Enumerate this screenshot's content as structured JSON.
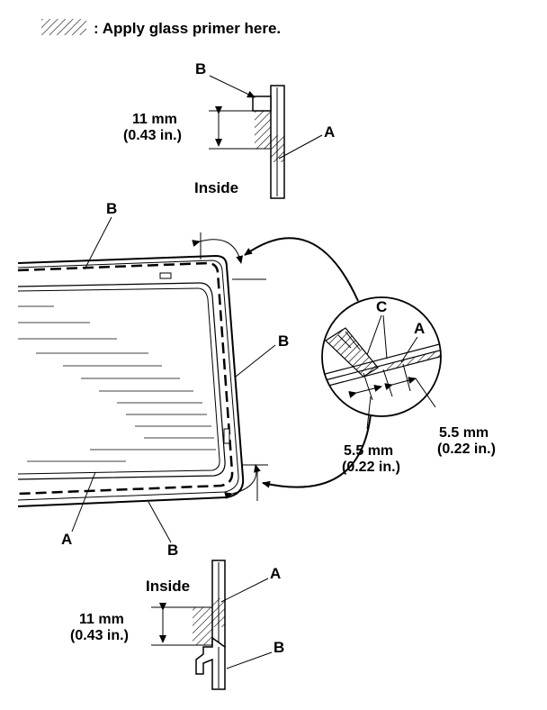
{
  "legend": {
    "text": ": Apply glass primer here."
  },
  "top_detail": {
    "label_b": "B",
    "label_a": "A",
    "dim_mm": "11 mm",
    "dim_in": "(0.43 in.)",
    "inside": "Inside"
  },
  "main_view": {
    "label_b_top": "B",
    "label_b_right": "B",
    "label_a": "A",
    "label_b_bottom": "B"
  },
  "zoom_detail": {
    "label_c": "C",
    "label_a": "A",
    "dim1_mm": "5.5 mm",
    "dim1_in": "(0.22 in.)",
    "dim2_mm": "5.5 mm",
    "dim2_in": "(0.22 in.)"
  },
  "bottom_detail": {
    "inside": "Inside",
    "label_a": "A",
    "dim_mm": "11 mm",
    "dim_in": "(0.43 in.)",
    "label_b": "B"
  }
}
